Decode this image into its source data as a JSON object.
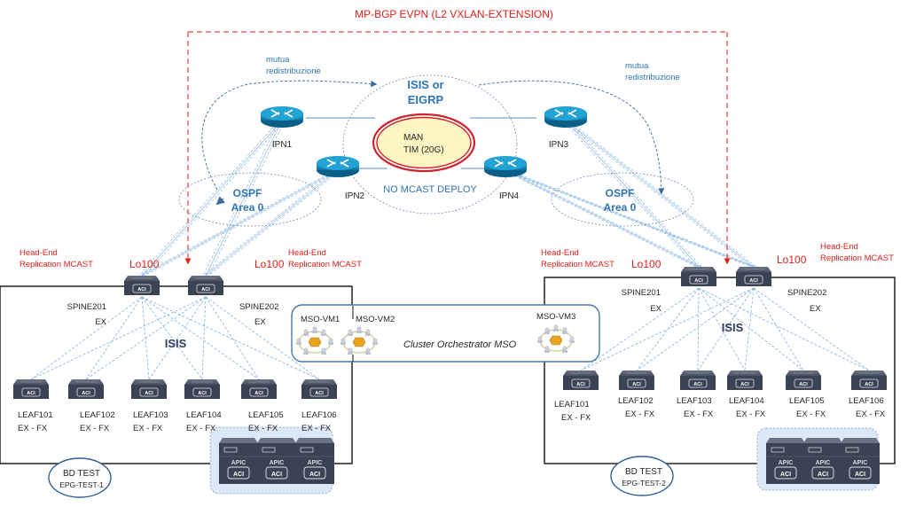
{
  "title": "MP-BGP EVPN (L2 VXLAN-EXTENSION)",
  "colors": {
    "red": "#e0201b",
    "blue_text": "#2e75b6",
    "link": "#7fb0e0",
    "router": "#1795c8",
    "switch": "#3b4253",
    "man_fill": "#fdf6c3",
    "man_ring": "#d0222a",
    "cluster_fill": "#dbe8f6"
  },
  "core": {
    "protocol_label": [
      "ISIS or",
      "EIGRP"
    ],
    "man_label": [
      "MAN",
      "TIM (20G)"
    ],
    "no_mcast": "NO MCAST DEPLOY",
    "routers": [
      "IPN1",
      "IPN2",
      "IPN3",
      "IPN4"
    ],
    "redistribution_left": [
      "mutua",
      "redistribuzione"
    ],
    "redistribution_right": [
      "mutua",
      "redistribuzione"
    ]
  },
  "sites": [
    {
      "ospf_label": [
        "OSPF",
        "Area 0"
      ],
      "head_end_left": [
        "Head-End",
        "Replication MCAST"
      ],
      "head_end_right": [
        "Head-End",
        "Replication MCAST"
      ],
      "loopbacks": [
        "Lo100",
        "Lo100"
      ],
      "spines": [
        {
          "name": "SPINE201",
          "model": "EX"
        },
        {
          "name": "SPINE202",
          "model": "EX"
        }
      ],
      "fabric_protocol": "ISIS",
      "leaves": [
        {
          "name": "LEAF101",
          "model": "EX - FX"
        },
        {
          "name": "LEAF102",
          "model": "EX - FX"
        },
        {
          "name": "LEAF103",
          "model": "EX - FX"
        },
        {
          "name": "LEAF104",
          "model": "EX - FX"
        },
        {
          "name": "LEAF105",
          "model": "EX - FX"
        },
        {
          "name": "LEAF106",
          "model": "EX - FX"
        }
      ],
      "apic_label": "APIC",
      "apic_badge": "ACI",
      "bd": [
        "BD TEST",
        "EPG-TEST-1"
      ]
    },
    {
      "ospf_label": [
        "OSPF",
        "Area 0"
      ],
      "head_end_left": [
        "Head-End",
        "Replication MCAST"
      ],
      "head_end_right": [
        "Head-End",
        "Replication MCAST"
      ],
      "loopbacks": [
        "Lo100",
        "Lo100"
      ],
      "spines": [
        {
          "name": "SPINE201",
          "model": "EX"
        },
        {
          "name": "SPINE202",
          "model": "EX"
        }
      ],
      "fabric_protocol": "ISIS",
      "leaves": [
        {
          "name": "LEAF101",
          "model": "EX - FX"
        },
        {
          "name": "LEAF102",
          "model": "EX - FX"
        },
        {
          "name": "LEAF103",
          "model": "EX - FX"
        },
        {
          "name": "LEAF104",
          "model": "EX - FX"
        },
        {
          "name": "LEAF105",
          "model": "EX - FX"
        },
        {
          "name": "LEAF106",
          "model": "EX - FX"
        }
      ],
      "apic_label": "APIC",
      "apic_badge": "ACI",
      "bd": [
        "BD TEST",
        "EPG-TEST-2"
      ]
    }
  ],
  "mso": {
    "cluster_label": "Cluster Orchestrator MSO",
    "vms": [
      "MSO-VM1",
      "MSO-VM2",
      "MSO-VM3"
    ]
  },
  "icons": {
    "router": "router-icon",
    "switch": "aci-switch-icon",
    "apic": "apic-controller-icon",
    "mso_vm": "mso-vm-icon"
  },
  "switch_badge": "ACI"
}
